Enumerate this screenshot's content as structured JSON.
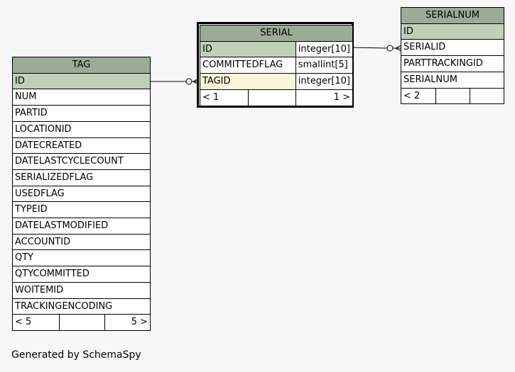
{
  "tables": {
    "tag": {
      "title": "TAG",
      "columns": [
        "ID",
        "NUM",
        "PARTID",
        "LOCATIONID",
        "DATECREATED",
        "DATELASTCYCLECOUNT",
        "SERIALIZEDFLAG",
        "USEDFLAG",
        "TYPEID",
        "DATELASTMODIFIED",
        "ACCOUNTID",
        "QTY",
        "QTYCOMMITTED",
        "WOITEMID",
        "TRACKINGENCODING"
      ],
      "footer": {
        "left": "< 5",
        "right": "5 >"
      }
    },
    "serial": {
      "title": "SERIAL",
      "columns": [
        {
          "name": "ID",
          "type": "integer[10]"
        },
        {
          "name": "COMMITTEDFLAG",
          "type": "smallint[5]"
        },
        {
          "name": "TAGID",
          "type": "integer[10]"
        }
      ],
      "footer": {
        "left": "< 1",
        "right": "1 >"
      }
    },
    "serialnum": {
      "title": "SERIALNUM",
      "columns": [
        "ID",
        "SERIALID",
        "PARTTRACKINGID",
        "SERIALNUM"
      ],
      "footer": {
        "left": "< 2",
        "right": ""
      }
    }
  },
  "footer_text": "Generated by SchemaSpy"
}
